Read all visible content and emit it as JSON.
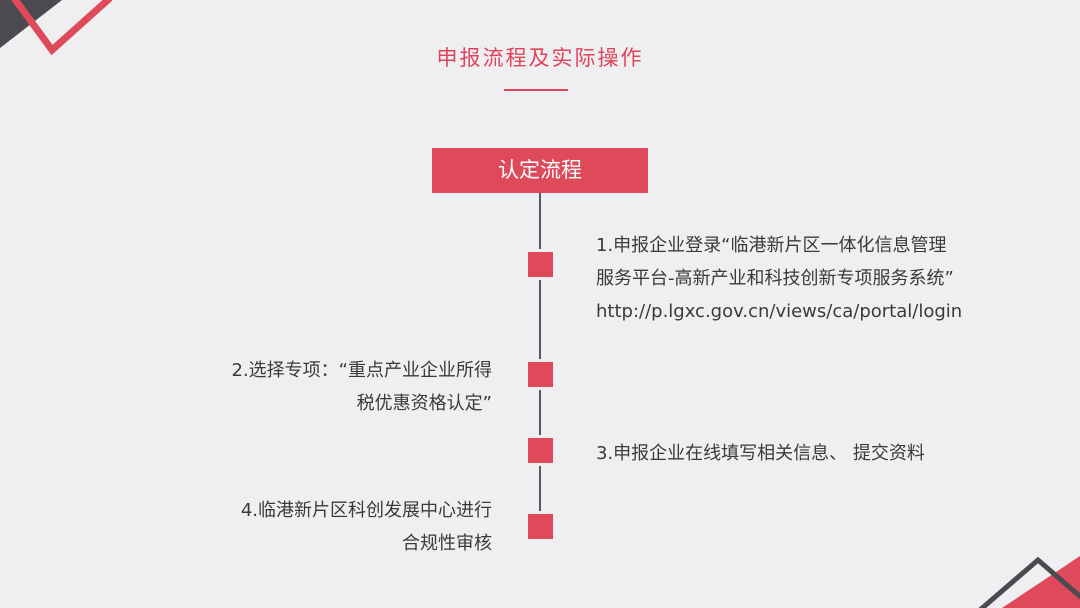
{
  "title": "申报流程及实际操作",
  "flow_box_label": "认定流程",
  "steps": [
    {
      "lines": [
        "1.申报企业登录“临港新片区一体化信息管理",
        "服务平台-高新产业和科技创新专项服务系统”",
        "http://p.lgxc.gov.cn/views/ca/portal/login"
      ]
    },
    {
      "lines": [
        "2.选择专项：“重点产业企业所得",
        "税优惠资格认定”"
      ]
    },
    {
      "lines": [
        "3.申报企业在线填写相关信息、 提交资料"
      ]
    },
    {
      "lines": [
        "4.临港新片区科创发展中心进行",
        "合规性审核"
      ]
    }
  ],
  "colors": {
    "accent": "#de4a5a",
    "dark": "#555a60",
    "background": "#efeff1"
  }
}
